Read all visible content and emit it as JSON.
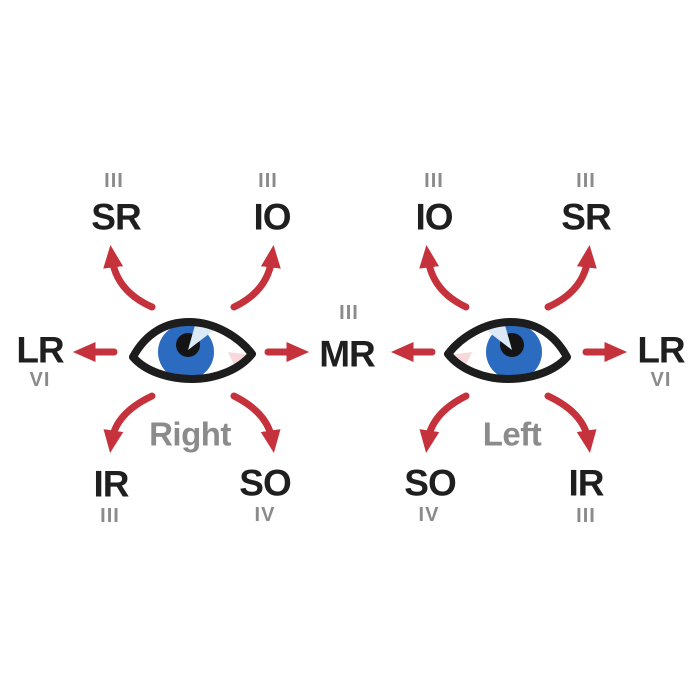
{
  "colors": {
    "background": "#ffffff",
    "arrow-red": "#c5323b",
    "label-black": "#1f1f1f",
    "nerve-gray": "#8b8b8b",
    "eye-outline": "#1d1d1d",
    "iris-blue": "#2b6cc0",
    "pupil-black": "#141414",
    "iris-highlight": "#dce9f6",
    "caruncle-pink": "#f7d8db"
  },
  "center": {
    "nerve": "III",
    "muscle": "MR"
  },
  "right_eye": {
    "caption": "Right",
    "top_left": {
      "nerve": "III",
      "muscle": "SR"
    },
    "top_right": {
      "nerve": "III",
      "muscle": "IO"
    },
    "lateral": {
      "muscle": "LR",
      "nerve": "VI"
    },
    "bottom_left": {
      "muscle": "IR",
      "nerve": "III"
    },
    "bottom_right": {
      "muscle": "SO",
      "nerve": "IV"
    }
  },
  "left_eye": {
    "caption": "Left",
    "top_left": {
      "nerve": "III",
      "muscle": "IO"
    },
    "top_right": {
      "nerve": "III",
      "muscle": "SR"
    },
    "lateral": {
      "muscle": "LR",
      "nerve": "VI"
    },
    "bottom_left": {
      "muscle": "SO",
      "nerve": "IV"
    },
    "bottom_right": {
      "muscle": "IR",
      "nerve": "III"
    }
  }
}
